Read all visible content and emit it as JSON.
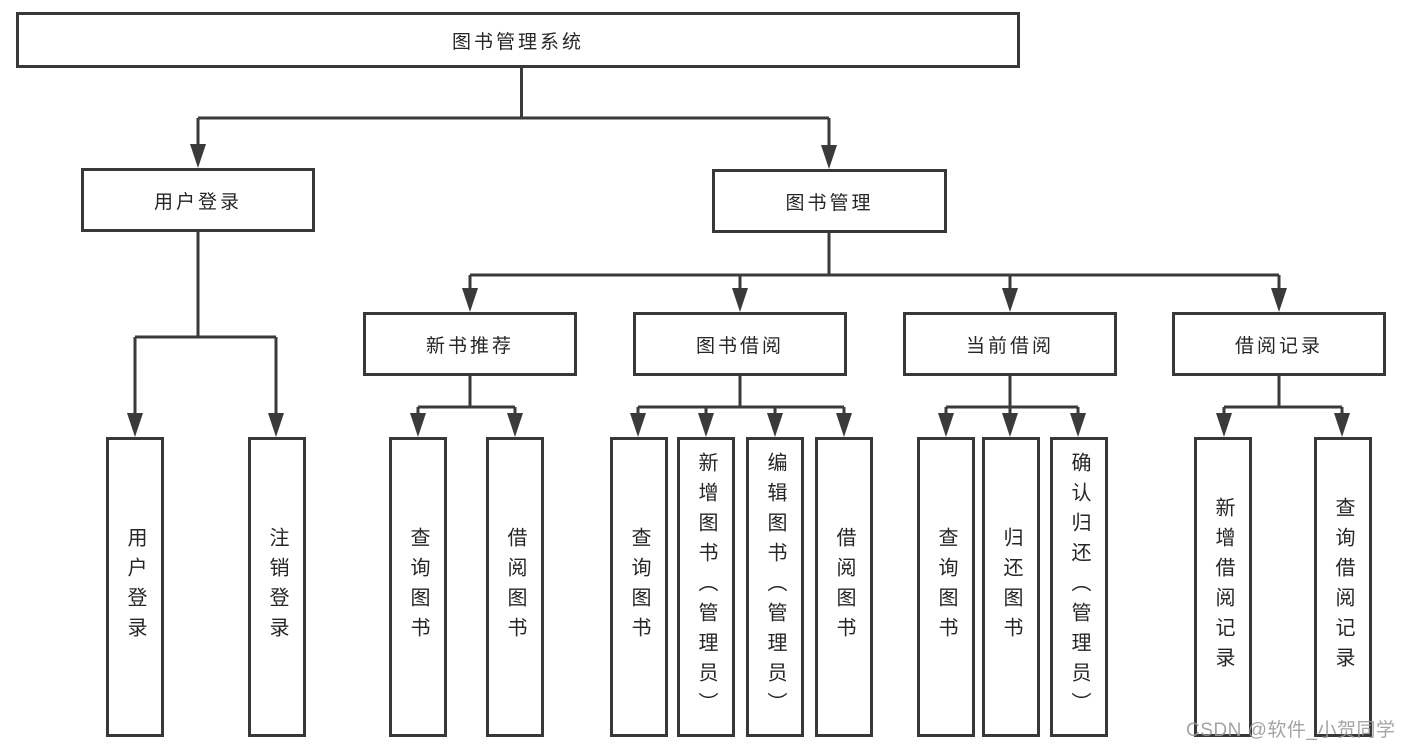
{
  "tree": {
    "root": {
      "label": "图书管理系统",
      "children": [
        {
          "label": "用户登录",
          "children": [
            {
              "label": "用户登录"
            },
            {
              "label": "注销登录"
            }
          ]
        },
        {
          "label": "图书管理",
          "children": [
            {
              "label": "新书推荐",
              "children": [
                {
                  "label": "查询图书"
                },
                {
                  "label": "借阅图书"
                }
              ]
            },
            {
              "label": "图书借阅",
              "children": [
                {
                  "label": "查询图书"
                },
                {
                  "label": "新增图书（管理员）"
                },
                {
                  "label": "编辑图书（管理员）"
                },
                {
                  "label": "借阅图书"
                }
              ]
            },
            {
              "label": "当前借阅",
              "children": [
                {
                  "label": "查询图书"
                },
                {
                  "label": "归还图书"
                },
                {
                  "label": "确认归还（管理员）"
                }
              ]
            },
            {
              "label": "借阅记录",
              "children": [
                {
                  "label": "新增借阅记录"
                },
                {
                  "label": "查询借阅记录"
                }
              ]
            }
          ]
        }
      ]
    }
  },
  "watermark": {
    "text": "CSDN @软件_小贺同学"
  },
  "colors": {
    "line": "#3a3a3a",
    "box_border": "#383838",
    "text": "#262626",
    "watermark": "#9b9b9b",
    "background": "#ffffff"
  }
}
